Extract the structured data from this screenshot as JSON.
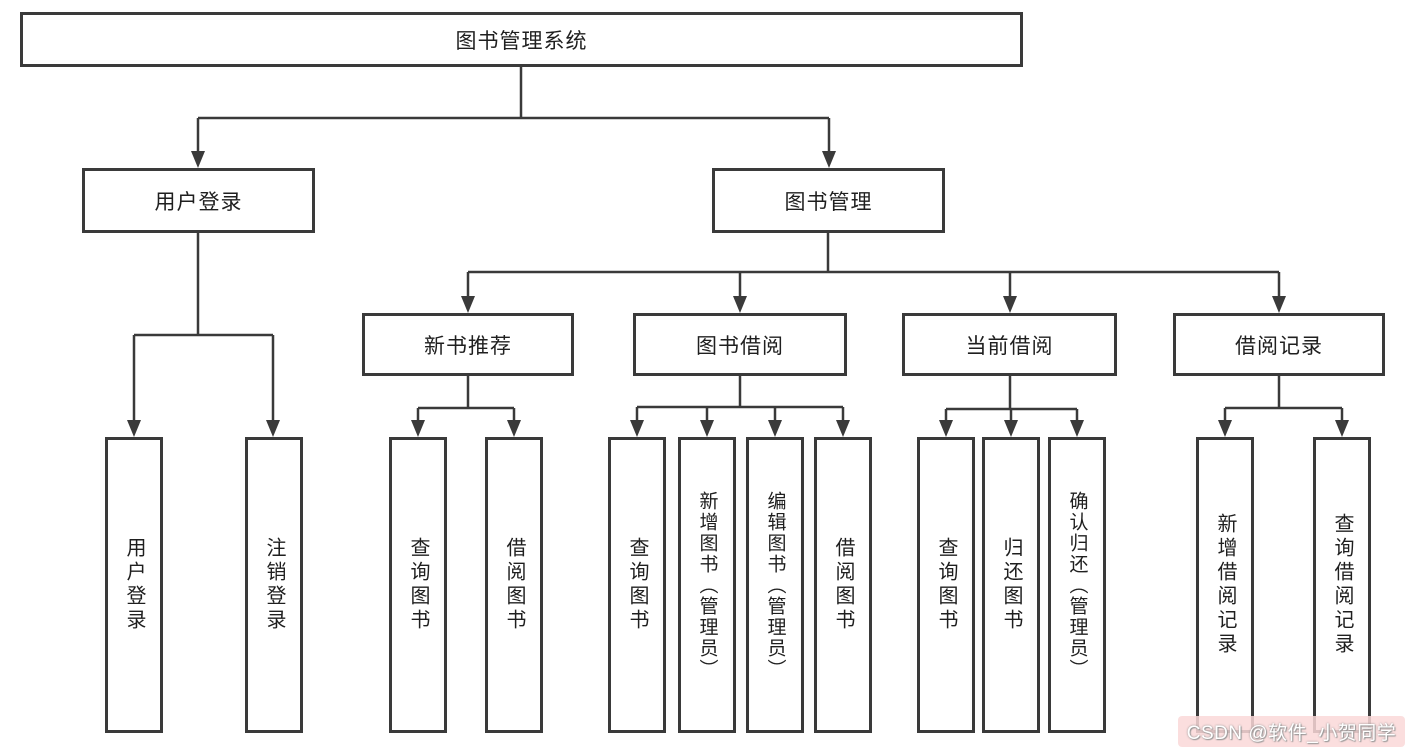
{
  "diagram": {
    "title": "图书管理系统",
    "root": {
      "label": "图书管理系统"
    },
    "level2": [
      {
        "id": "user-login",
        "label": "用户登录"
      },
      {
        "id": "book-management",
        "label": "图书管理"
      }
    ],
    "level3": [
      {
        "id": "new-book-recommend",
        "label": "新书推荐"
      },
      {
        "id": "book-borrow",
        "label": "图书借阅"
      },
      {
        "id": "current-borrow",
        "label": "当前借阅"
      },
      {
        "id": "borrow-records",
        "label": "借阅记录"
      }
    ],
    "leaves": {
      "user_login": [
        "用户登录",
        "注销登录"
      ],
      "new_books": [
        "查询图书",
        "借阅图书"
      ],
      "book_borrow": [
        "查询图书",
        "新增图书（管理员）",
        "编辑图书（管理员）",
        "借阅图书"
      ],
      "current_borrow": [
        "查询图书",
        "归还图书",
        "确认归还（管理员）"
      ],
      "borrow_records": [
        "新增借阅记录",
        "查询借阅记录"
      ]
    }
  },
  "watermark": {
    "text": "CSDN @软件_小贺同学"
  },
  "colors": {
    "line": "#3a3a3a",
    "box_border": "#3a3a3a",
    "text": "#1f1f1f",
    "background": "#ffffff",
    "watermark_bg": "#fad8d8",
    "watermark_text": "#ffffff"
  }
}
